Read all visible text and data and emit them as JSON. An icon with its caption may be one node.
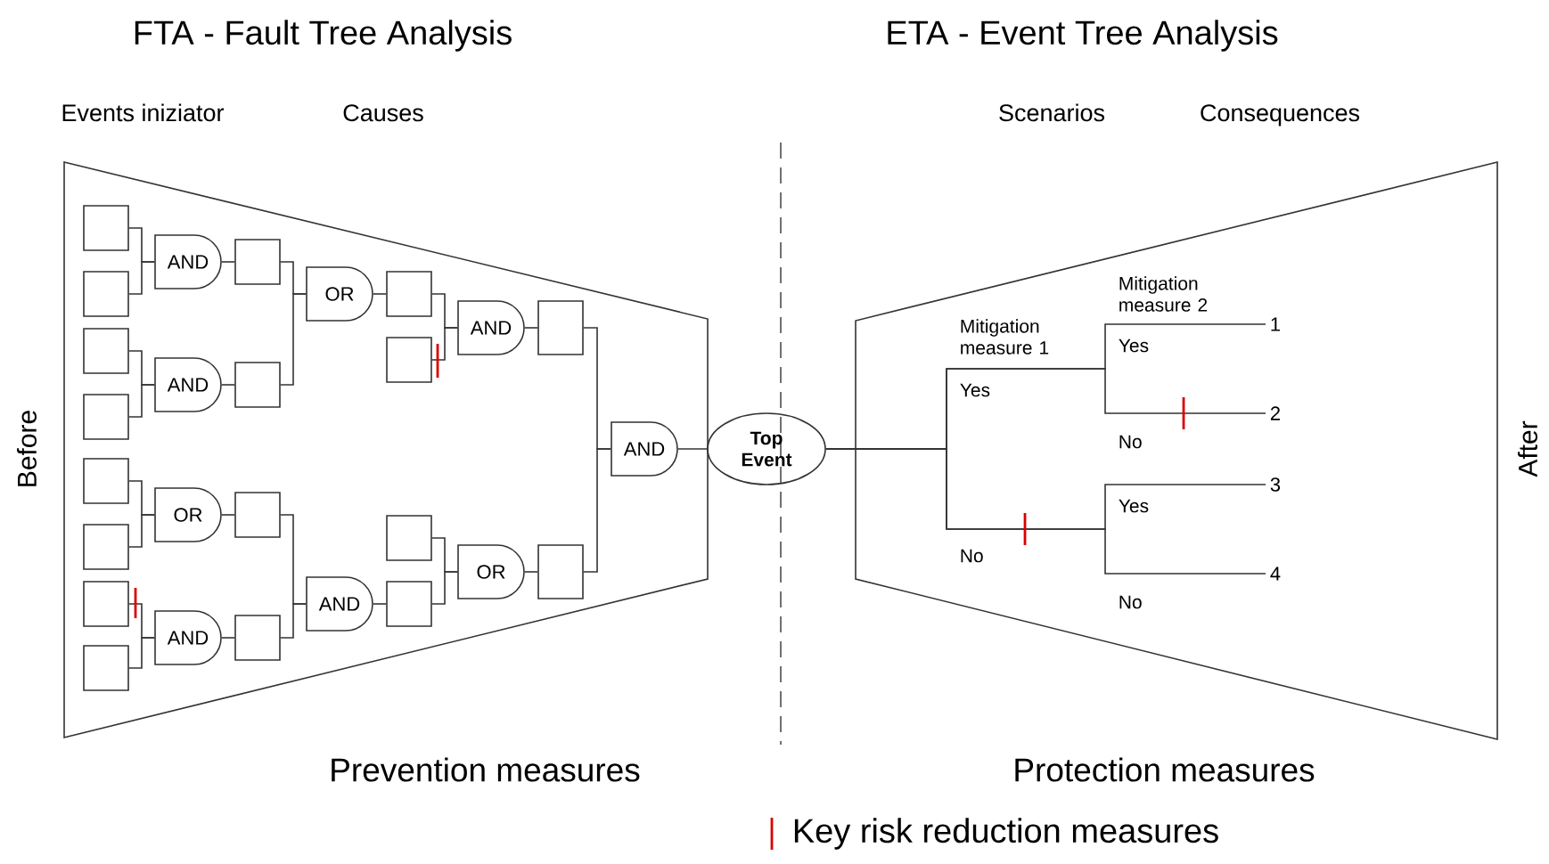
{
  "diagram": {
    "nodes": [
      {
        "text": [
          "Prevention measures"
        ]
      },
      {
        "text": [],
        "shape": "box",
        "in": 0
      },
      {
        "text": [],
        "shape": "box",
        "in": 0
      },
      {
        "text": [],
        "shape": "box",
        "in": 0
      },
      {
        "text": [],
        "shape": "box",
        "in": 0
      },
      {
        "text": [],
        "shape": "box",
        "in": 0
      },
      {
        "text": [],
        "shape": "box",
        "in": 0
      },
      {
        "text": [],
        "shape": "box",
        "in": 0
      },
      {
        "text": [],
        "shape": "box",
        "in": 0
      },
      {
        "text": [
          "AND"
        ],
        "in": 0
      },
      {
        "text": [
          "AND"
        ],
        "in": 0
      },
      {
        "text": [
          "OR"
        ],
        "in": 0
      },
      {
        "text": [
          "AND"
        ],
        "in": 0
      },
      {
        "text": [],
        "shape": "box",
        "in": 0
      },
      {
        "text": [],
        "shape": "box",
        "in": 0
      },
      {
        "text": [],
        "shape": "box",
        "in": 0
      },
      {
        "text": [],
        "shape": "box",
        "in": 0
      },
      {
        "text": [
          "OR"
        ],
        "in": 0
      },
      {
        "text": [
          "AND"
        ],
        "in": 0
      },
      {
        "text": [],
        "shape": "box",
        "in": 0
      },
      {
        "text": [],
        "shape": "box",
        "in": 0
      },
      {
        "text": [],
        "shape": "box",
        "in": 0
      },
      {
        "text": [],
        "shape": "box",
        "in": 0
      },
      {
        "text": [
          "AND"
        ],
        "in": 0
      },
      {
        "text": [
          "OR"
        ],
        "in": 0
      },
      {
        "text": [],
        "shape": "box",
        "in": 0
      },
      {
        "text": [],
        "shape": "box",
        "in": 0
      },
      {
        "text": [
          "AND"
        ],
        "in": 0
      },
      {
        "text": [
          "Top Event"
        ]
      },
      {
        "text": [
          "Protection measures"
        ]
      },
      {
        "text": [
          "1"
        ],
        "in": 29
      },
      {
        "text": [
          "2"
        ],
        "in": 29
      },
      {
        "text": [
          "3"
        ],
        "in": 29
      },
      {
        "text": [
          "4"
        ],
        "in": 29
      }
    ],
    "edges": [
      {
        "from": 1,
        "to": 9,
        "arrow": "none"
      },
      {
        "from": 2,
        "to": 9,
        "arrow": "none"
      },
      {
        "from": 3,
        "to": 10,
        "arrow": "none"
      },
      {
        "from": 4,
        "to": 10,
        "arrow": "none"
      },
      {
        "from": 5,
        "to": 11,
        "arrow": "none"
      },
      {
        "from": 6,
        "to": 11,
        "arrow": "none"
      },
      {
        "from": 7,
        "to": 12,
        "arrow": "none"
      },
      {
        "from": 8,
        "to": 12,
        "arrow": "none"
      },
      {
        "from": 9,
        "to": 13,
        "arrow": "none"
      },
      {
        "from": 10,
        "to": 14,
        "arrow": "none"
      },
      {
        "from": 11,
        "to": 15,
        "arrow": "none"
      },
      {
        "from": 12,
        "to": 16,
        "arrow": "none"
      },
      {
        "from": 13,
        "to": 17,
        "arrow": "none"
      },
      {
        "from": 14,
        "to": 17,
        "arrow": "none"
      },
      {
        "from": 15,
        "to": 18,
        "arrow": "none"
      },
      {
        "from": 16,
        "to": 18,
        "arrow": "none"
      },
      {
        "from": 17,
        "to": 19,
        "arrow": "none"
      },
      {
        "from": 18,
        "to": 22,
        "arrow": "none"
      },
      {
        "from": 19,
        "to": 23,
        "arrow": "none"
      },
      {
        "from": 20,
        "to": 23,
        "arrow": "none"
      },
      {
        "from": 21,
        "to": 24,
        "arrow": "none"
      },
      {
        "from": 22,
        "to": 24,
        "arrow": "none"
      },
      {
        "from": 23,
        "to": 25,
        "arrow": "none"
      },
      {
        "from": 24,
        "to": 26,
        "arrow": "none"
      },
      {
        "from": 25,
        "to": 27,
        "arrow": "none"
      },
      {
        "from": 26,
        "to": 27,
        "arrow": "none"
      },
      {
        "from": 27,
        "to": 28,
        "arrow": "none"
      },
      {
        "from": 28,
        "to": 30,
        "arrow": "none"
      },
      {
        "from": 28,
        "to": 31,
        "arrow": "none"
      },
      {
        "from": 28,
        "to": 32,
        "arrow": "none"
      },
      {
        "from": 28,
        "to": 33,
        "arrow": "none"
      }
    ],
    "labels": [
      "FTA - Fault Tree Analysis",
      "ETA - Event Tree Analysis",
      "Events iniziator",
      "Causes",
      "Scenarios",
      "Consequences",
      "Before",
      "After",
      "Mitigation measure 2",
      "Mitigation measure 1",
      "Yes",
      "Yes",
      "No",
      "Yes",
      "No",
      "No"
    ],
    "legend": [
      {
        "text": "Key risk reduction measures"
      }
    ]
  }
}
